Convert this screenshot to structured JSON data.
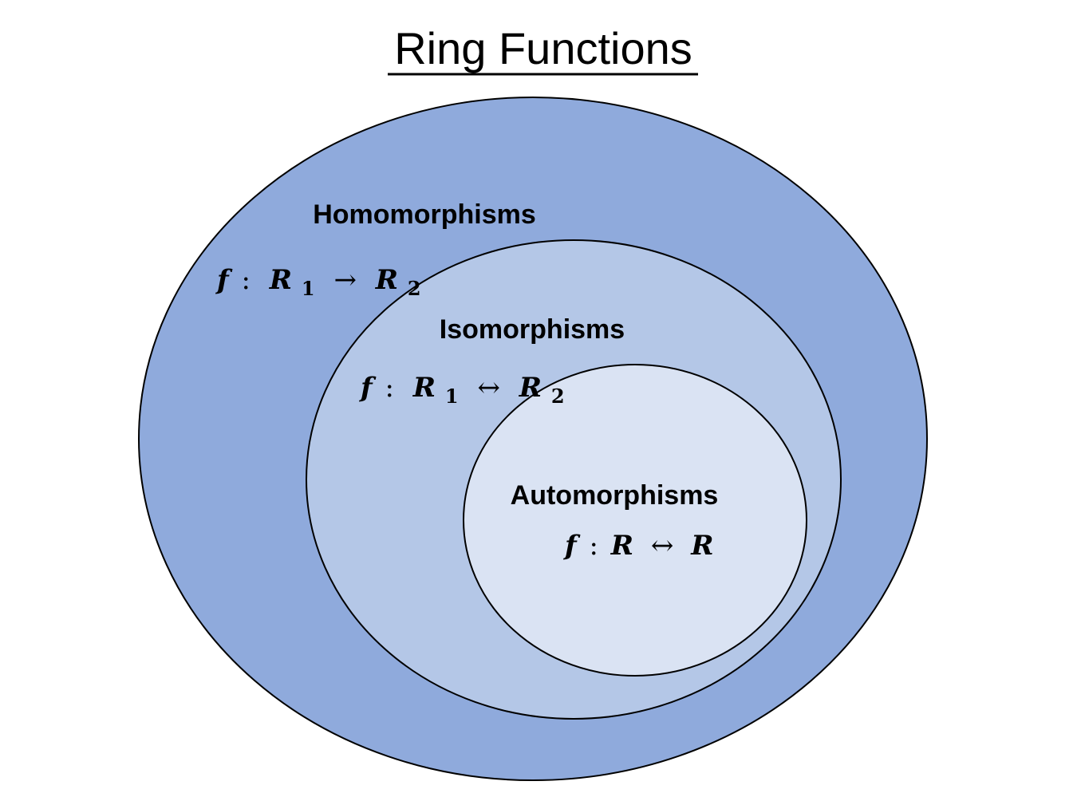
{
  "title": "Ring Functions",
  "colors": {
    "outer_fill": "#8faadc",
    "middle_fill": "#b4c7e7",
    "inner_fill": "#dae3f3",
    "stroke": "#000000"
  },
  "sets": {
    "homomorphisms": {
      "label": "Homomorphisms",
      "map": {
        "f": "f",
        "colon": ":",
        "domain": "R",
        "domain_sub": "1",
        "arrow": "→",
        "codomain": "R",
        "codomain_sub": "2"
      }
    },
    "isomorphisms": {
      "label": "Isomorphisms",
      "map": {
        "f": "f",
        "colon": ":",
        "domain": "R",
        "domain_sub": "1",
        "arrow": "↔",
        "codomain": "R",
        "codomain_sub": "2"
      }
    },
    "automorphisms": {
      "label": "Automorphisms",
      "map": {
        "f": "f",
        "colon": ":",
        "domain": "R",
        "arrow": "↔",
        "codomain": "R"
      }
    }
  }
}
